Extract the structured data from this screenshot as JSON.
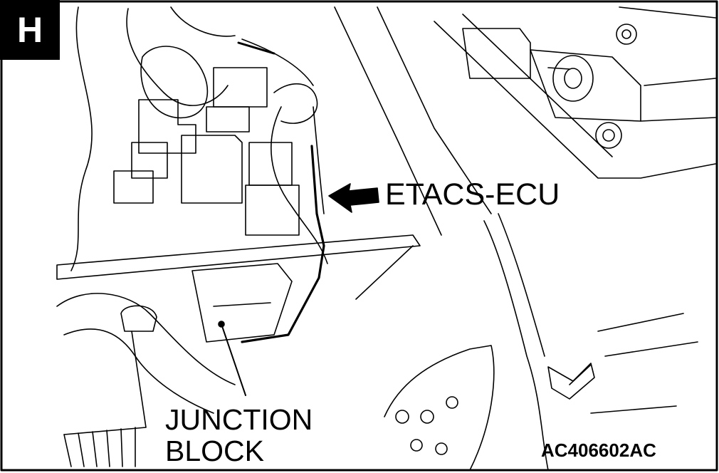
{
  "section": {
    "letter": "H"
  },
  "callouts": {
    "etacs": "ETACS-ECU",
    "junction_line1": "JUNCTION",
    "junction_line2": "BLOCK"
  },
  "reference_code": "AC406602AC",
  "colors": {
    "ink": "#000000",
    "paper": "#ffffff"
  }
}
